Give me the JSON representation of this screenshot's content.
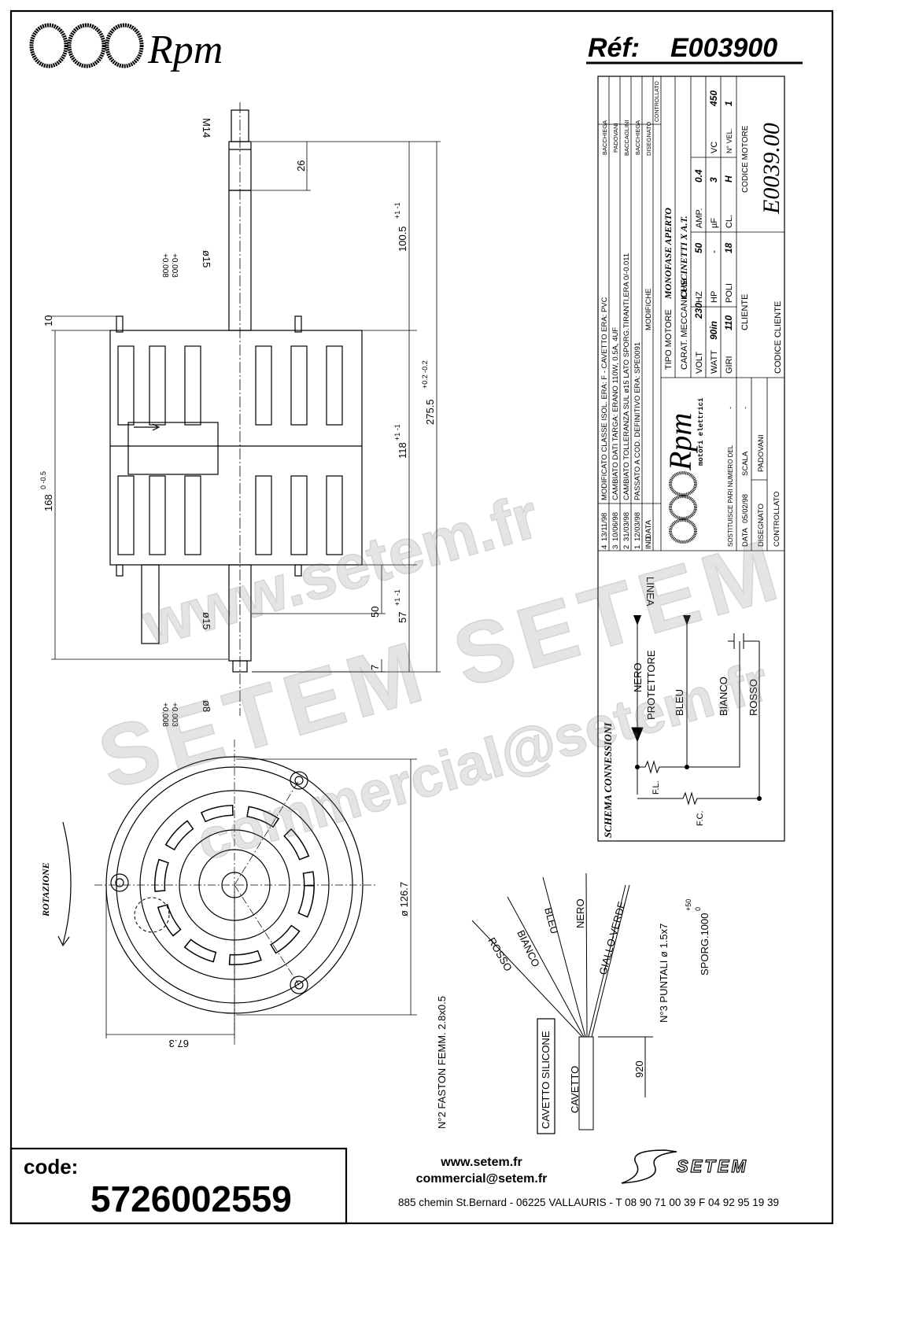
{
  "header": {
    "logo_text": "Rpm",
    "ref_label": "Réf:",
    "ref_value": "E003900"
  },
  "side_view": {
    "dimensions": {
      "thread": "M14",
      "thread_len": "26",
      "shaft_dia_top": "ø15",
      "shaft_dia_top_tol_hi": "+0.008",
      "shaft_dia_top_tol_lo": "+0.003",
      "upper_len": "100.5",
      "upper_len_tol": "+1 -1",
      "total_len": "275.5",
      "total_len_tol": "+0.2 -0.2",
      "body_len": "118",
      "body_len_tol": "+1 -1",
      "stud": "10",
      "body_dia": "168",
      "body_dia_tol": "0 -0.5",
      "lower_len": "50",
      "lower_total": "57",
      "lower_total_tol": "+1 -1",
      "lower_shaft_dia": "ø15",
      "tip_len": "7",
      "tip_dia": "ø8",
      "tip_dia_tol_hi": "+0.008",
      "tip_dia_tol_lo": "+0.003"
    }
  },
  "front_view": {
    "rotation_label": "ROTAZIONE",
    "diameter": "ø 126.7",
    "offset": "67.3"
  },
  "cable": {
    "wires": [
      "ROSSO",
      "BIANCO",
      "BLEU",
      "NERO",
      "GIALLO-VERDE"
    ],
    "faston": "N°2 FASTON FEMM. 2.8x0.5",
    "puntali": "N°3 PUNTALI ø 1.5x7",
    "sporg": "SPORG.1000",
    "sporg_tol_hi": "+50",
    "sporg_tol_lo": "0",
    "silicone": "CAVETTO SILICONE",
    "cavetto": "CAVETTO",
    "length": "920"
  },
  "schema": {
    "title": "SCHEMA CONNESSIONI",
    "linea": "LINEA",
    "nero": "NERO",
    "protettore": "PROTETTORE",
    "bleu": "BLEU",
    "bianco": "BIANCO",
    "rosso": "ROSSO",
    "fl": "F.L.",
    "fc": "F.C."
  },
  "title_block": {
    "revisions": [
      {
        "ind": "4",
        "date": "13/11/98",
        "desc": "MODIFICATO CLASSE ISOL. ERA: F - CAVETTO ERA: PVC",
        "sign": "BACCHIEGA"
      },
      {
        "ind": "3",
        "date": "10/06/98",
        "desc": "CAMBIATO DATI TARGA: ERANO 110W, 0.5A, 4UF",
        "sign": "PADOVANI"
      },
      {
        "ind": "2",
        "date": "31/03/98",
        "desc": "CAMBIATO TOLLERANZA SUL ø15 LATO SPORG.TIRANTI,ERA 0/-0.011",
        "sign": "BACCAGLINI"
      },
      {
        "ind": "1",
        "date": "12/03/98",
        "desc": "PASSATO A COD. DEFINITIVO ERA: SPE0091",
        "sign": "BACCHIEGA"
      }
    ],
    "rev_top": {
      "ind": "-",
      "date": "-",
      "desc": "-",
      "sign": "-"
    },
    "hdr_ind": "IND",
    "hdr_data": "DATA",
    "hdr_modifiche": "MODIFICHE",
    "hdr_disegnato": "DISEGNATO",
    "hdr_controllato": "CONTROLLATO",
    "logo_text": "Rpm",
    "logo_sub": "motori elettrici",
    "tipo_motore_label": "TIPO MOTORE",
    "tipo_motore": "MONOFASE APERTO",
    "carat_label": "CARAT. MECCANICHE",
    "carat": "CUSCINETTI X A.T.",
    "volt_label": "VOLT",
    "volt": "230",
    "hz_label": "HZ",
    "hz": "50",
    "amp_label": "AMP.",
    "amp": "0.4",
    "watt_label": "WATT",
    "watt": "90in",
    "hp_label": "HP",
    "hp": "-",
    "uf_label": "µF",
    "uf": "3",
    "vc_label": "VC",
    "vc": "450",
    "giri_label": "GIRI",
    "giri": "110",
    "poli_label": "POLI",
    "poli": "18",
    "cl_label": "CL.",
    "cl": "H",
    "nvel_label": "N° VEL.",
    "nvel": "1",
    "sostituisce_label": "SOSTITUISCE PARI NUMERO DEL",
    "sostituisce": "-",
    "data_label": "DATA",
    "data": "05/02/98",
    "scala_label": "SCALA",
    "scala": "-",
    "disegnato_label": "DISEGNATO",
    "disegnato": "PADOVANI",
    "controllato_label": "CONTROLLATO",
    "cliente_label": "CLIENTE",
    "codice_motore_label": "CODICE MOTORE",
    "codice_motore": "E0039.00",
    "codice_cliente_label": "CODICE CLIENTE"
  },
  "watermark": {
    "line1": "www.setem.fr",
    "line2": "SETEM SETEM",
    "line3": "commercial@setem.fr"
  },
  "footer": {
    "code_label": "code:",
    "code_value": "5726002559",
    "website": "www.setem.fr",
    "email": "commercial@setem.fr",
    "brand": "SETEM",
    "address": "885 chemin St.Bernard  -  06225 VALLAURIS  -  T 08 90 71 00 39   F 04 92 95 19 39"
  }
}
